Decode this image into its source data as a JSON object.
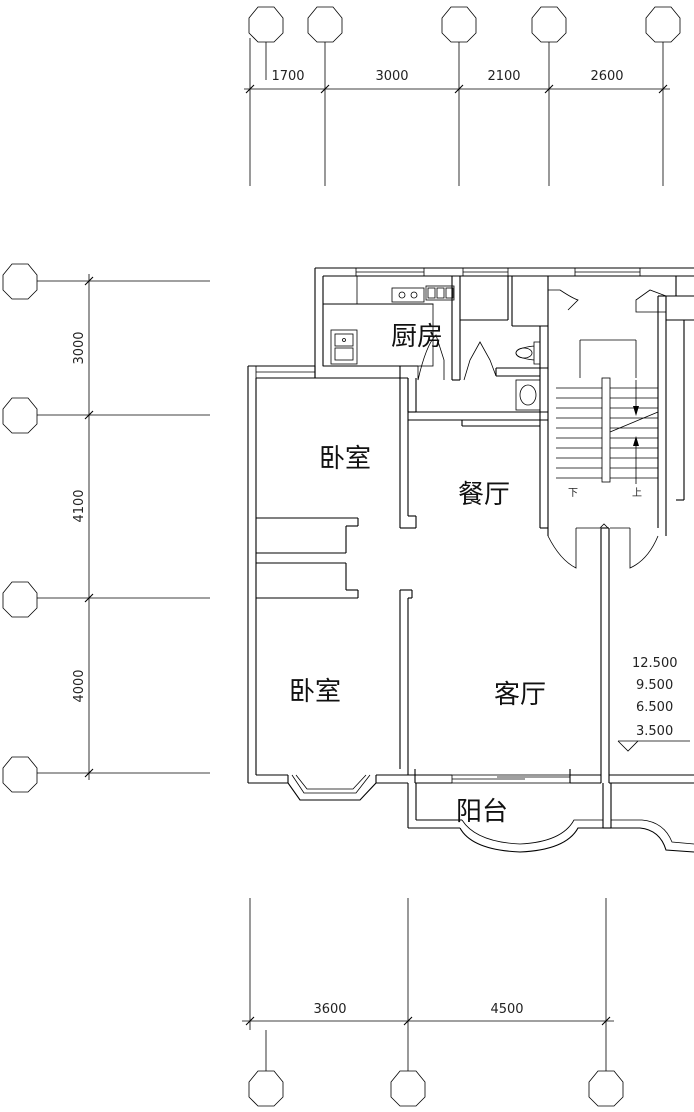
{
  "top_dimensions": [
    "1700",
    "3000",
    "2100",
    "2600"
  ],
  "left_dimensions": [
    "3000",
    "4100",
    "4000"
  ],
  "bottom_dimensions": [
    "3600",
    "4500"
  ],
  "rooms": {
    "kitchen": "厨房",
    "bedroom_upper": "卧室",
    "dining": "餐厅",
    "bedroom_lower": "卧室",
    "living": "客厅",
    "balcony": "阳台"
  },
  "stair_labels": {
    "down": "下",
    "up": "上"
  },
  "levels": [
    "12.500",
    "9.500",
    "6.500",
    "3.500"
  ]
}
